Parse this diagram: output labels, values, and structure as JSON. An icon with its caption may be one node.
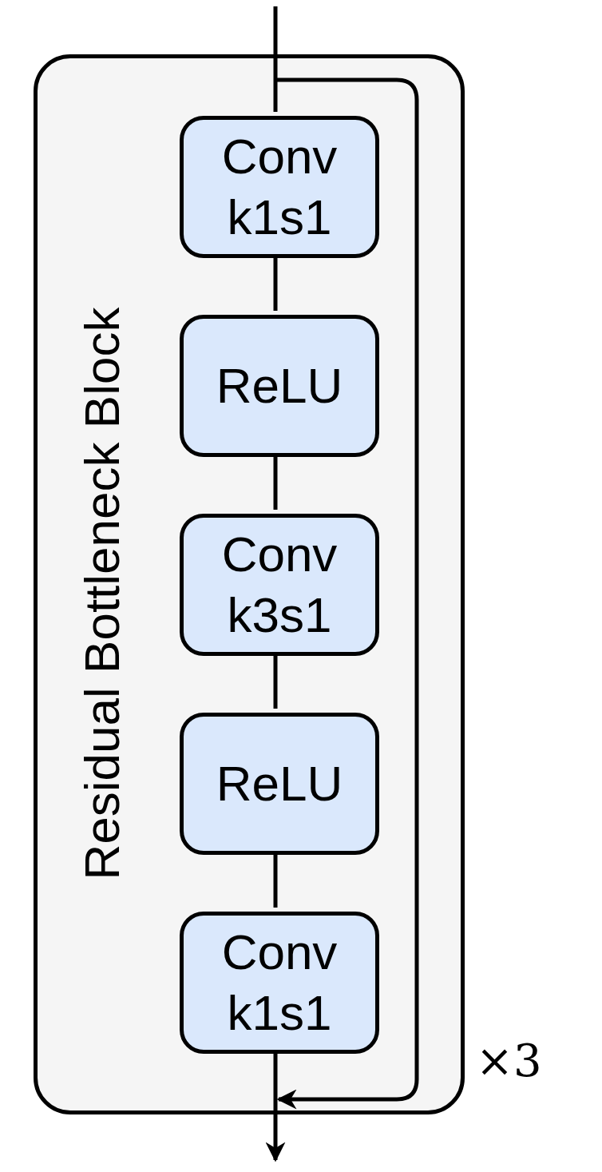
{
  "diagram": {
    "nodes": [
      {
        "text": [
          "Residual Bottleneck Block"
        ],
        "beside": [
          "×3"
        ]
      },
      {
        "text": [
          "Conv k1s1"
        ],
        "in": 0
      },
      {
        "text": [
          "ReLU"
        ],
        "in": 0
      },
      {
        "text": [
          "Conv k3s1"
        ],
        "in": 0
      },
      {
        "text": [
          "ReLU"
        ],
        "in": 0
      },
      {
        "text": [
          "Conv k1s1"
        ],
        "in": 0
      }
    ],
    "edges": [
      {
        "from": null,
        "to": 1,
        "arrow": "none"
      },
      {
        "from": 1,
        "to": 2,
        "arrow": "none"
      },
      {
        "from": 2,
        "to": 3,
        "arrow": "none"
      },
      {
        "from": 3,
        "to": 4,
        "arrow": "none"
      },
      {
        "from": 4,
        "to": 5,
        "arrow": "none"
      },
      {
        "from": 5,
        "to": null,
        "arrow": "to"
      },
      {
        "from": null,
        "to": 5,
        "arrow": "to"
      }
    ]
  }
}
